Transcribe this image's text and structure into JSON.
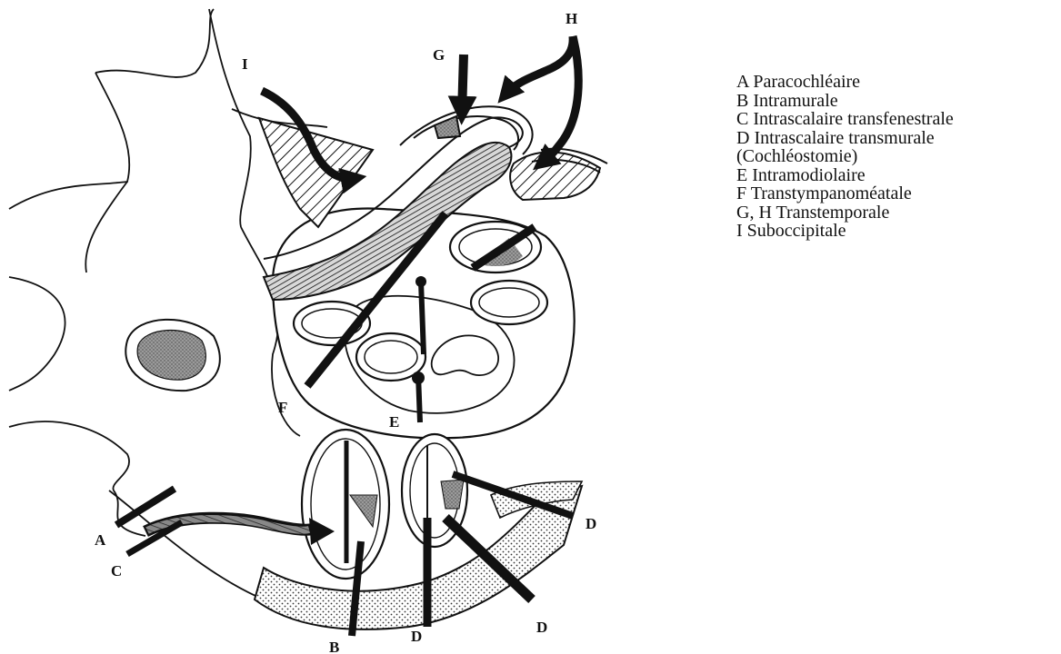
{
  "diagram": {
    "route_labels": {
      "A": "A",
      "B": "B",
      "C": "C",
      "D": "D",
      "E": "E",
      "F": "F",
      "G": "G",
      "H": "H",
      "I": "I"
    },
    "legend": [
      "A Paracochléaire",
      "B Intramurale",
      "C Intrascalaire transfenestrale",
      "D Intrascalaire transmurale",
      "(Cochléostomie)",
      "E Intramodiolaire",
      "F Transtympanoméatale",
      "G, H Transtemporale",
      "I Suboccipitale"
    ]
  }
}
